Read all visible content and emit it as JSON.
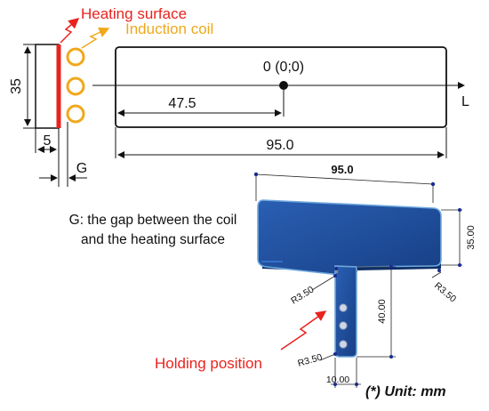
{
  "labels": {
    "heating_surface": "Heating surface",
    "induction_coil": "Induction coil",
    "origin": "0 (0;0)",
    "axis_l": "L",
    "dim_half_length": "47.5",
    "dim_length": "95.0",
    "dim_height": "35",
    "dim_thickness": "5",
    "dim_gap": "G",
    "gap_note": "G: the gap between the coil and the heating surface",
    "holding_position": "Holding position",
    "unit_note": "(*) Unit: mm"
  },
  "cad": {
    "dim_top": "95.0",
    "dim_right": "35.00",
    "dim_stem": "40.00",
    "dim_stem_width": "10.00",
    "radius_upper_left": "R3.50",
    "radius_upper_right": "R3.50",
    "radius_lower": "R3.50"
  },
  "colors": {
    "heating": "#e8231f",
    "coil": "#f0a81c",
    "part_fill": "#1f4e9c",
    "part_edge": "#6fa8dc",
    "line": "#111111"
  }
}
